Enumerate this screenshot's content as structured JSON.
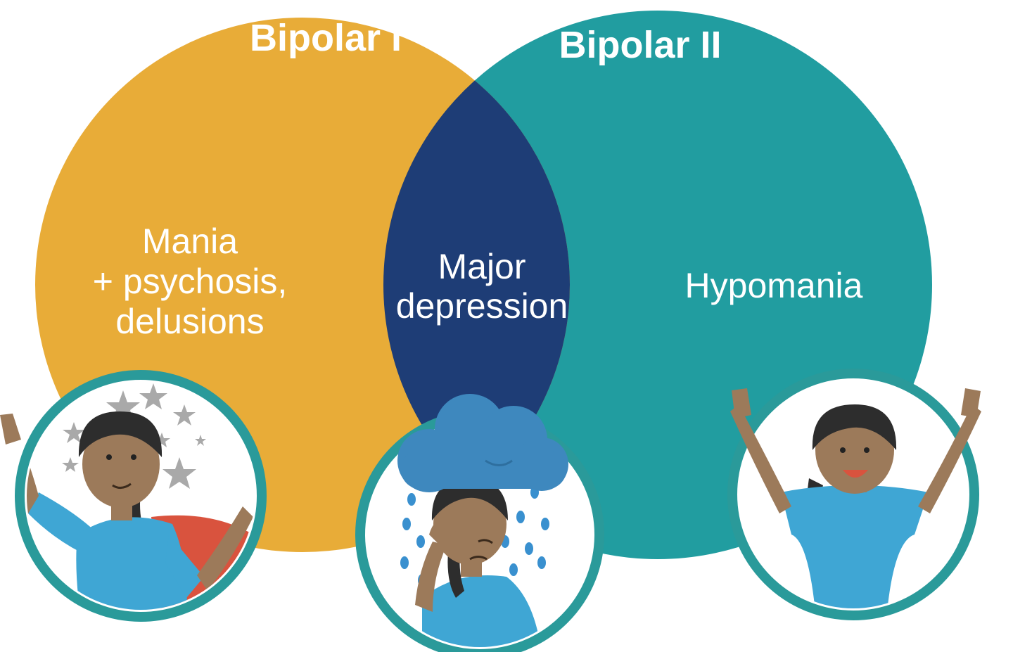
{
  "colors": {
    "bipolar_1": "#E8AC38",
    "bipolar_2": "#219DA0",
    "overlap": "#1E3D76",
    "badge_ring": "#2A9A9A",
    "shirt": "#3FA6D4",
    "skin": "#9C7A5A",
    "hair": "#2D2D2D",
    "cape": "#D9533E",
    "cloud": "#3E88BE",
    "rain": "#3990CF",
    "stars": "#A9A9A9"
  },
  "left_circle": {
    "title": "Bipolar I",
    "lines": [
      "Mania",
      "+ psychosis,",
      "delusions"
    ]
  },
  "right_circle": {
    "title": "Bipolar II",
    "lines": [
      "Hypomania"
    ]
  },
  "overlap": {
    "lines": [
      "Major",
      "depression"
    ]
  },
  "illustrations": {
    "left": "woman-superhero-stars-icon",
    "center": "woman-rain-cloud-icon",
    "right": "woman-cheering-icon"
  }
}
